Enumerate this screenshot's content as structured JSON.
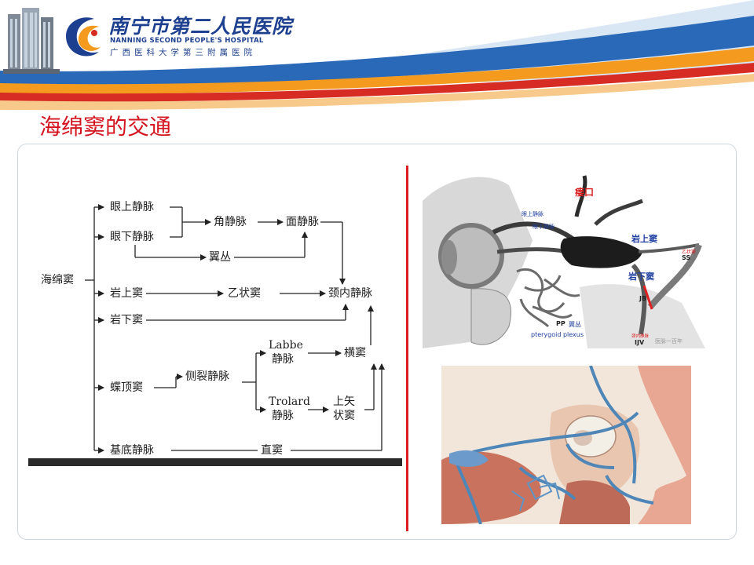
{
  "header": {
    "hospital_name_cn": "南宁市第二人民医院",
    "hospital_name_en": "NANNING SECOND PEOPLE'S HOSPITAL",
    "hospital_affiliation": "广西医科大学第三附属医院"
  },
  "slide": {
    "title": "海绵窦的交通"
  },
  "flowchart": {
    "nodes": {
      "root": "海绵窦",
      "sup_ophthalmic": "眼上静脉",
      "inf_ophthalmic": "眼下静脉",
      "angular": "角静脉",
      "facial": "面静脉",
      "pterygoid": "翼丛",
      "sup_petrosal": "岩上窦",
      "sigmoid": "乙状窦",
      "ijv": "颈内静脉",
      "inf_petrosal": "岩下窦",
      "labbe_a": "Labbe",
      "labbe_b": "静脉",
      "transverse": "横窦",
      "sphenoparietal": "蝶顶窦",
      "sylvian": "侧裂静脉",
      "trolard_a": "Trolard",
      "trolard_b": "静脉",
      "sss_a": "上矢",
      "sss_b": "状窦",
      "basal": "基底静脉",
      "straight": "直窦"
    }
  },
  "anatomy_top": {
    "labels": {
      "fistula": "瘘口",
      "sup_ophthalmic": "眼上静脉",
      "inf_ophthalmic": "眼下静脉",
      "sup_petrosal": "岩上窦",
      "inf_petrosal": "岩下窦",
      "ss_cn": "乙状窦",
      "ss": "SS",
      "jb": "JB",
      "ijv_cn": "颈内静脉",
      "ijv": "IJV",
      "pp": "PP",
      "pp_cn": "翼丛",
      "pterygoid_plexus": "pterygoid plexus",
      "watermark": "医脉一百年"
    }
  },
  "colors": {
    "title_red": "#d4141f",
    "brand_blue": "#1d3f8f",
    "divider_red": "#d81e1e",
    "label_blue": "#1f3fa0"
  }
}
